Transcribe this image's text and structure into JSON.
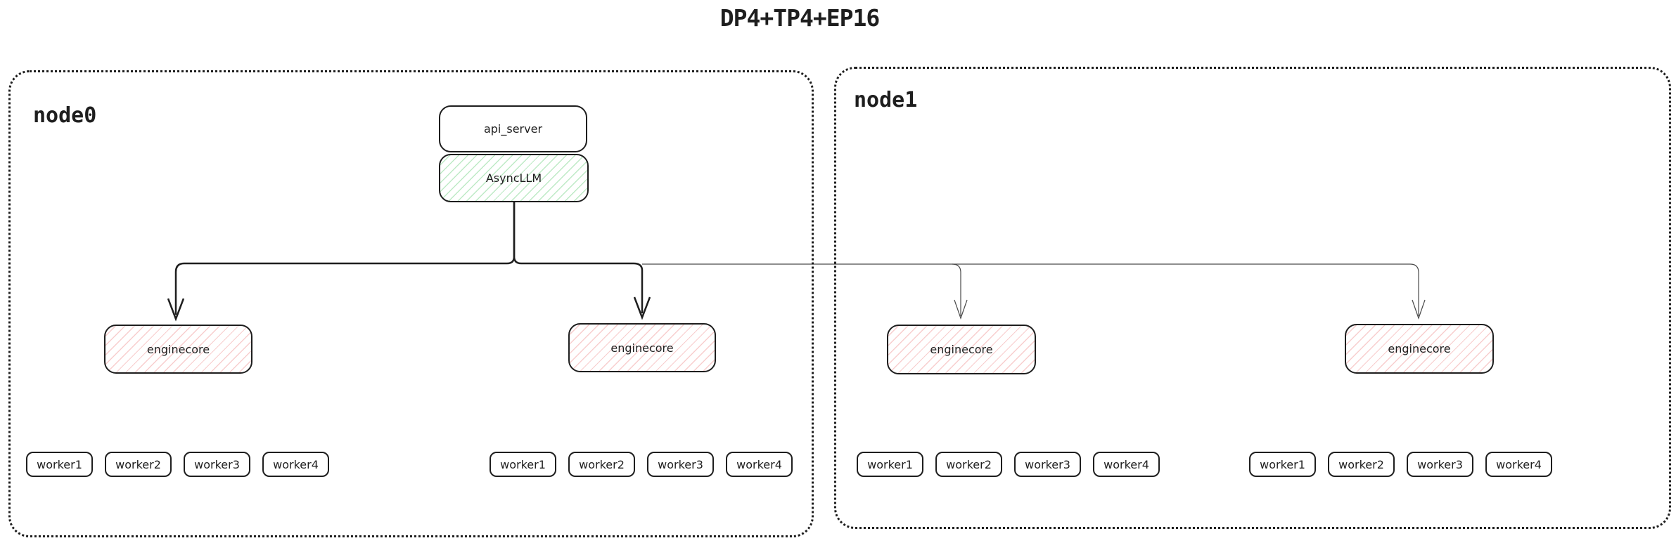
{
  "title": "DP4+TP4+EP16",
  "api_server_label": "api_server",
  "asyncllm_label": "AsyncLLM",
  "colors": {
    "stroke": "#1e1e1e",
    "green_hatch": "#40c057",
    "red_hatch": "#e03131",
    "background": "#ffffff"
  },
  "nodes": [
    {
      "label": "node0",
      "groups": [
        {
          "engine_label": "enginecore",
          "workers": [
            "worker1",
            "worker2",
            "worker3",
            "worker4"
          ]
        },
        {
          "engine_label": "enginecore",
          "workers": [
            "worker1",
            "worker2",
            "worker3",
            "worker4"
          ]
        }
      ]
    },
    {
      "label": "node1",
      "groups": [
        {
          "engine_label": "enginecore",
          "workers": [
            "worker1",
            "worker2",
            "worker3",
            "worker4"
          ]
        },
        {
          "engine_label": "enginecore",
          "workers": [
            "worker1",
            "worker2",
            "worker3",
            "worker4"
          ]
        }
      ]
    }
  ]
}
